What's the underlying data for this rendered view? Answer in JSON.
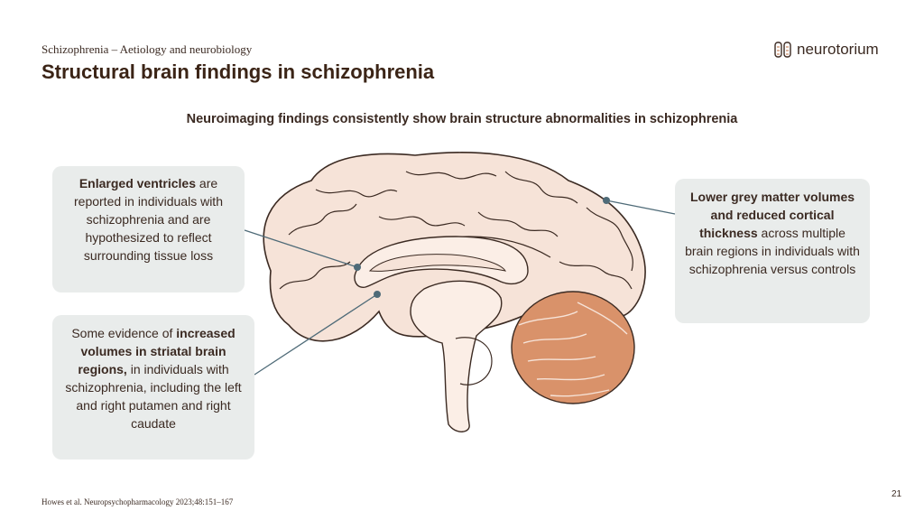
{
  "header": {
    "subtitle": "Schizophrenia – Aetiology and neurobiology",
    "title": "Structural brain findings in schizophrenia"
  },
  "logo": {
    "name": "neurotorium"
  },
  "main": {
    "heading": "Neuroimaging findings consistently show brain structure abnormalities in schizophrenia"
  },
  "callouts": {
    "ventricles": {
      "bold": "Enlarged ventricles",
      "text": " are reported in individuals with schizophrenia and are hypothesized to reflect surrounding tissue loss"
    },
    "striatal": {
      "pre": "Some evidence of ",
      "bold": "increased volumes in striatal brain regions,",
      "text": " in individuals with schizophrenia, including the left and right putamen and right caudate"
    },
    "greymatter": {
      "bold": "Lower grey matter volumes and reduced cortical thickness",
      "text": " across multiple brain regions in individuals with schizophrenia versus controls"
    }
  },
  "colors": {
    "brain_fill": "#f6e3d8",
    "brain_stroke": "#3b2a22",
    "cerebellum": "#d9926a",
    "callout_bg": "#e9eceb",
    "line": "#4f6b78"
  },
  "footer": {
    "reference": "Howes et al. Neuropsychopharmacology 2023;48:151–167",
    "page": "21"
  }
}
